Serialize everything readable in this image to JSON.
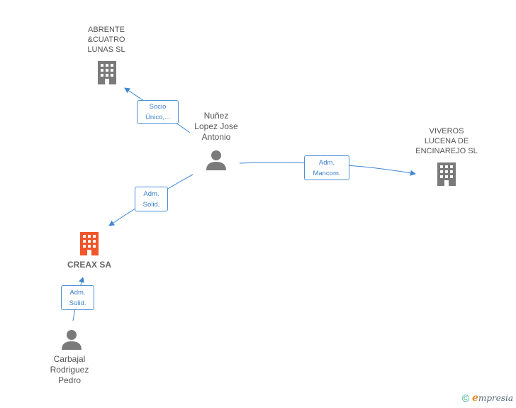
{
  "nodes": {
    "abrente": {
      "label": "ABRENTE\n&CUATRO\nLUNAS SL",
      "icon": "building-icon",
      "color": "#7a7a7a"
    },
    "viveros": {
      "label": "VIVEROS\nLUCENA DE\nENCINAREJO SL",
      "icon": "building-icon",
      "color": "#7a7a7a"
    },
    "creax": {
      "label": "CREAX SA",
      "icon": "building-icon",
      "color": "#f0562a"
    },
    "nunez": {
      "label": "Nuñez\nLopez Jose\nAntonio",
      "icon": "person-icon",
      "color": "#7a7a7a"
    },
    "carbajal": {
      "label": "Carbajal\nRodriguez\nPedro",
      "icon": "person-icon",
      "color": "#7a7a7a"
    }
  },
  "edges": {
    "socio": {
      "label": "Socio\nÚnico,..."
    },
    "mancom": {
      "label": "Adm.\nMancom."
    },
    "solid1": {
      "label": "Adm.\nSolid."
    },
    "solid2": {
      "label": "Adm.\nSolid."
    }
  },
  "colors": {
    "edge": "#3f86d4",
    "icon_gray": "#7a7a7a",
    "icon_main": "#f0562a"
  },
  "brand": {
    "copyright": "©",
    "initial": "e",
    "name": "mpresia"
  }
}
